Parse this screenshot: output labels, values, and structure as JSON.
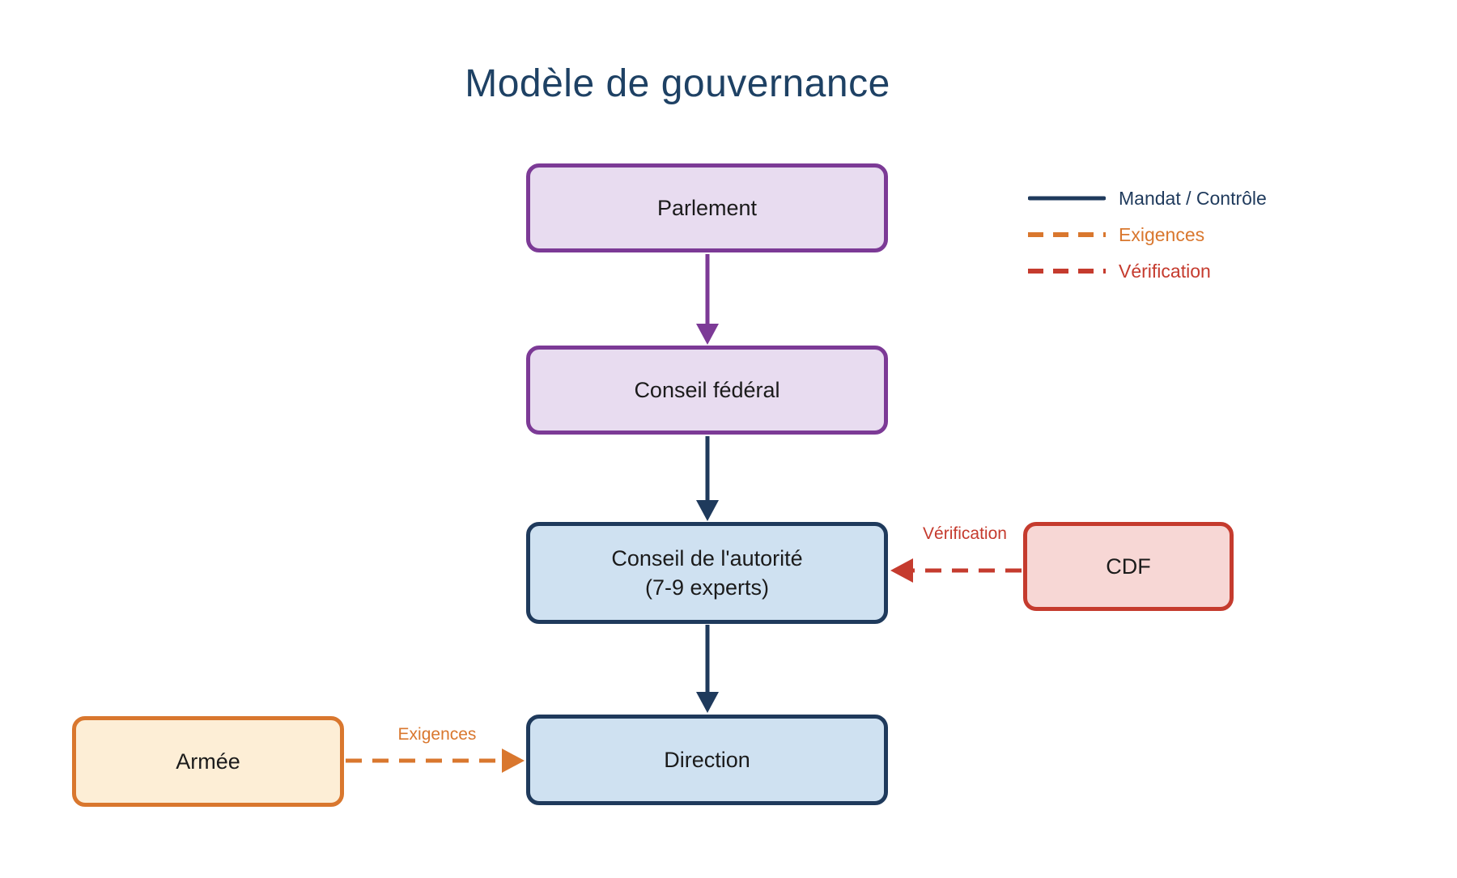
{
  "title": "Modèle de gouvernance",
  "colors": {
    "background": "#ffffff",
    "title": "#1e4164",
    "navy": "#1f3a5c",
    "purple": "#7c3a96",
    "purple_fill": "#e8dcf0",
    "blue_fill": "#cfe1f1",
    "red": "#c53b2e",
    "red_fill": "#f7d7d5",
    "orange": "#d9772e",
    "orange_fill": "#fdeed6",
    "text": "#1b1b1b"
  },
  "nodes": {
    "parlement": {
      "label": "Parlement"
    },
    "conseil_federal": {
      "label": "Conseil fédéral"
    },
    "conseil_autorite": {
      "label_line1": "Conseil de l'autorité",
      "label_line2": "(7-9 experts)"
    },
    "direction": {
      "label": "Direction"
    },
    "cdf": {
      "label": "CDF"
    },
    "armee": {
      "label": "Armée"
    }
  },
  "edges": {
    "verification_label": "Vérification",
    "exigences_label": "Exigences"
  },
  "legend": {
    "items": [
      {
        "label": "Mandat / Contrôle",
        "style": "solid",
        "color": "navy"
      },
      {
        "label": "Exigences",
        "style": "dashed",
        "color": "orange"
      },
      {
        "label": "Vérification",
        "style": "dashed",
        "color": "red"
      }
    ]
  }
}
